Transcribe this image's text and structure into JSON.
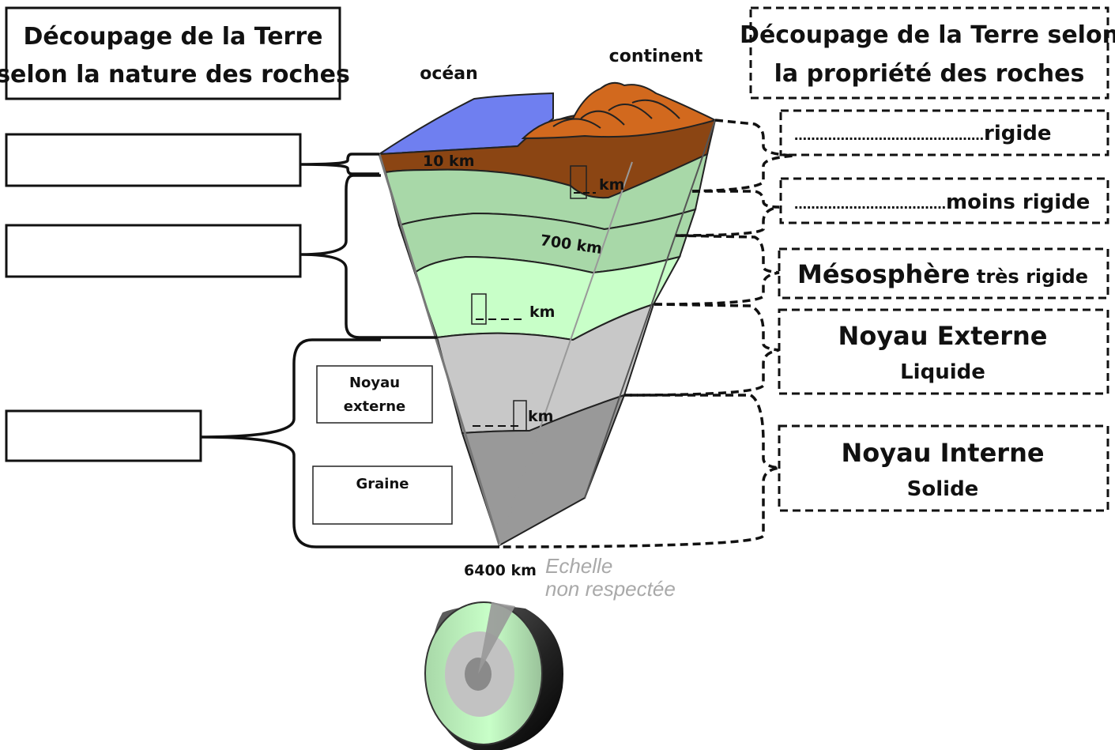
{
  "title_left": [
    "Découpage de la Terre",
    "selon la nature des roches"
  ],
  "title_right": [
    "Découpage de la Terre selon",
    "la propriété des roches"
  ],
  "surface_labels": {
    "ocean": "océan",
    "continent": "continent"
  },
  "depths": {
    "crust_ocean": "10 km",
    "crust_continent": "km",
    "d700": "700 km",
    "mantle_base": "km",
    "core_boundary": "km",
    "center": "6400 km"
  },
  "core_labels": {
    "outer": [
      "Noyau",
      "externe"
    ],
    "inner": "Graine"
  },
  "scale_note": [
    "Echelle",
    "non respectée"
  ],
  "right_boxes": {
    "b1": {
      "prefix": "………………………………………",
      "suffix": "rigide"
    },
    "b2": {
      "prefix": "………………………………",
      "suffix": "moins rigide"
    },
    "b3": {
      "main": "Mésosphère",
      "sub": "très rigide"
    },
    "b4": {
      "main": "Noyau Externe",
      "sub": "Liquide"
    },
    "b5": {
      "main": "Noyau Interne",
      "sub": "Solide"
    }
  },
  "colors": {
    "ocean": "#6f7ff0",
    "crust": "#8b4513",
    "mountains": "#d2691e",
    "upper_mantle": "#a8d8a8",
    "lower_mantle": "#c8ffc8",
    "outer_core": "#c8c8c8",
    "inner_core": "#999999"
  }
}
